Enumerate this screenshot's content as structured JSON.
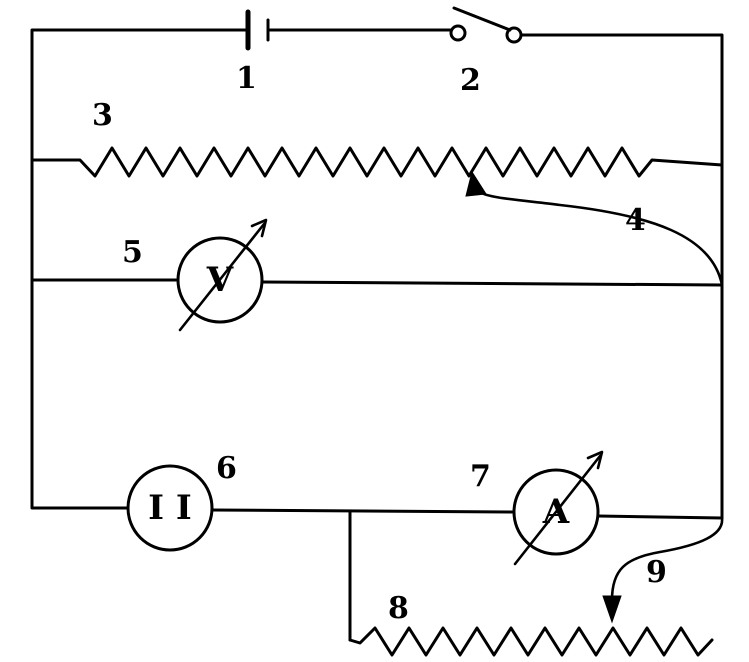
{
  "labels": {
    "battery": "1",
    "switch": "2",
    "rheostat_top": "3",
    "slider_top": "4",
    "voltmeter": "5",
    "element": "6",
    "ammeter": "7",
    "rheostat_bottom": "8",
    "slider_bottom": "9"
  },
  "symbols": {
    "voltmeter": "V",
    "ammeter": "A",
    "element": "I I"
  }
}
